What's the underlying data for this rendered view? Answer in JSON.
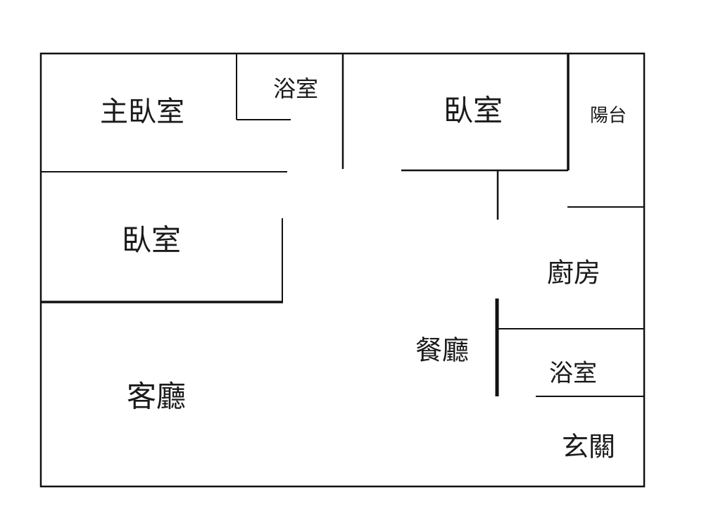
{
  "floorplan": {
    "rooms": {
      "master_bedroom": "主臥室",
      "bathroom_upper": "浴室",
      "bedroom_upper": "臥室",
      "balcony": "陽台",
      "bedroom_left": "臥室",
      "kitchen": "廚房",
      "dining_room": "餐廳",
      "bathroom_lower": "浴室",
      "living_room": "客廳",
      "entrance": "玄關"
    },
    "colors": {
      "wall": "#111111",
      "background": "#ffffff",
      "text": "#1a1a1a"
    }
  }
}
